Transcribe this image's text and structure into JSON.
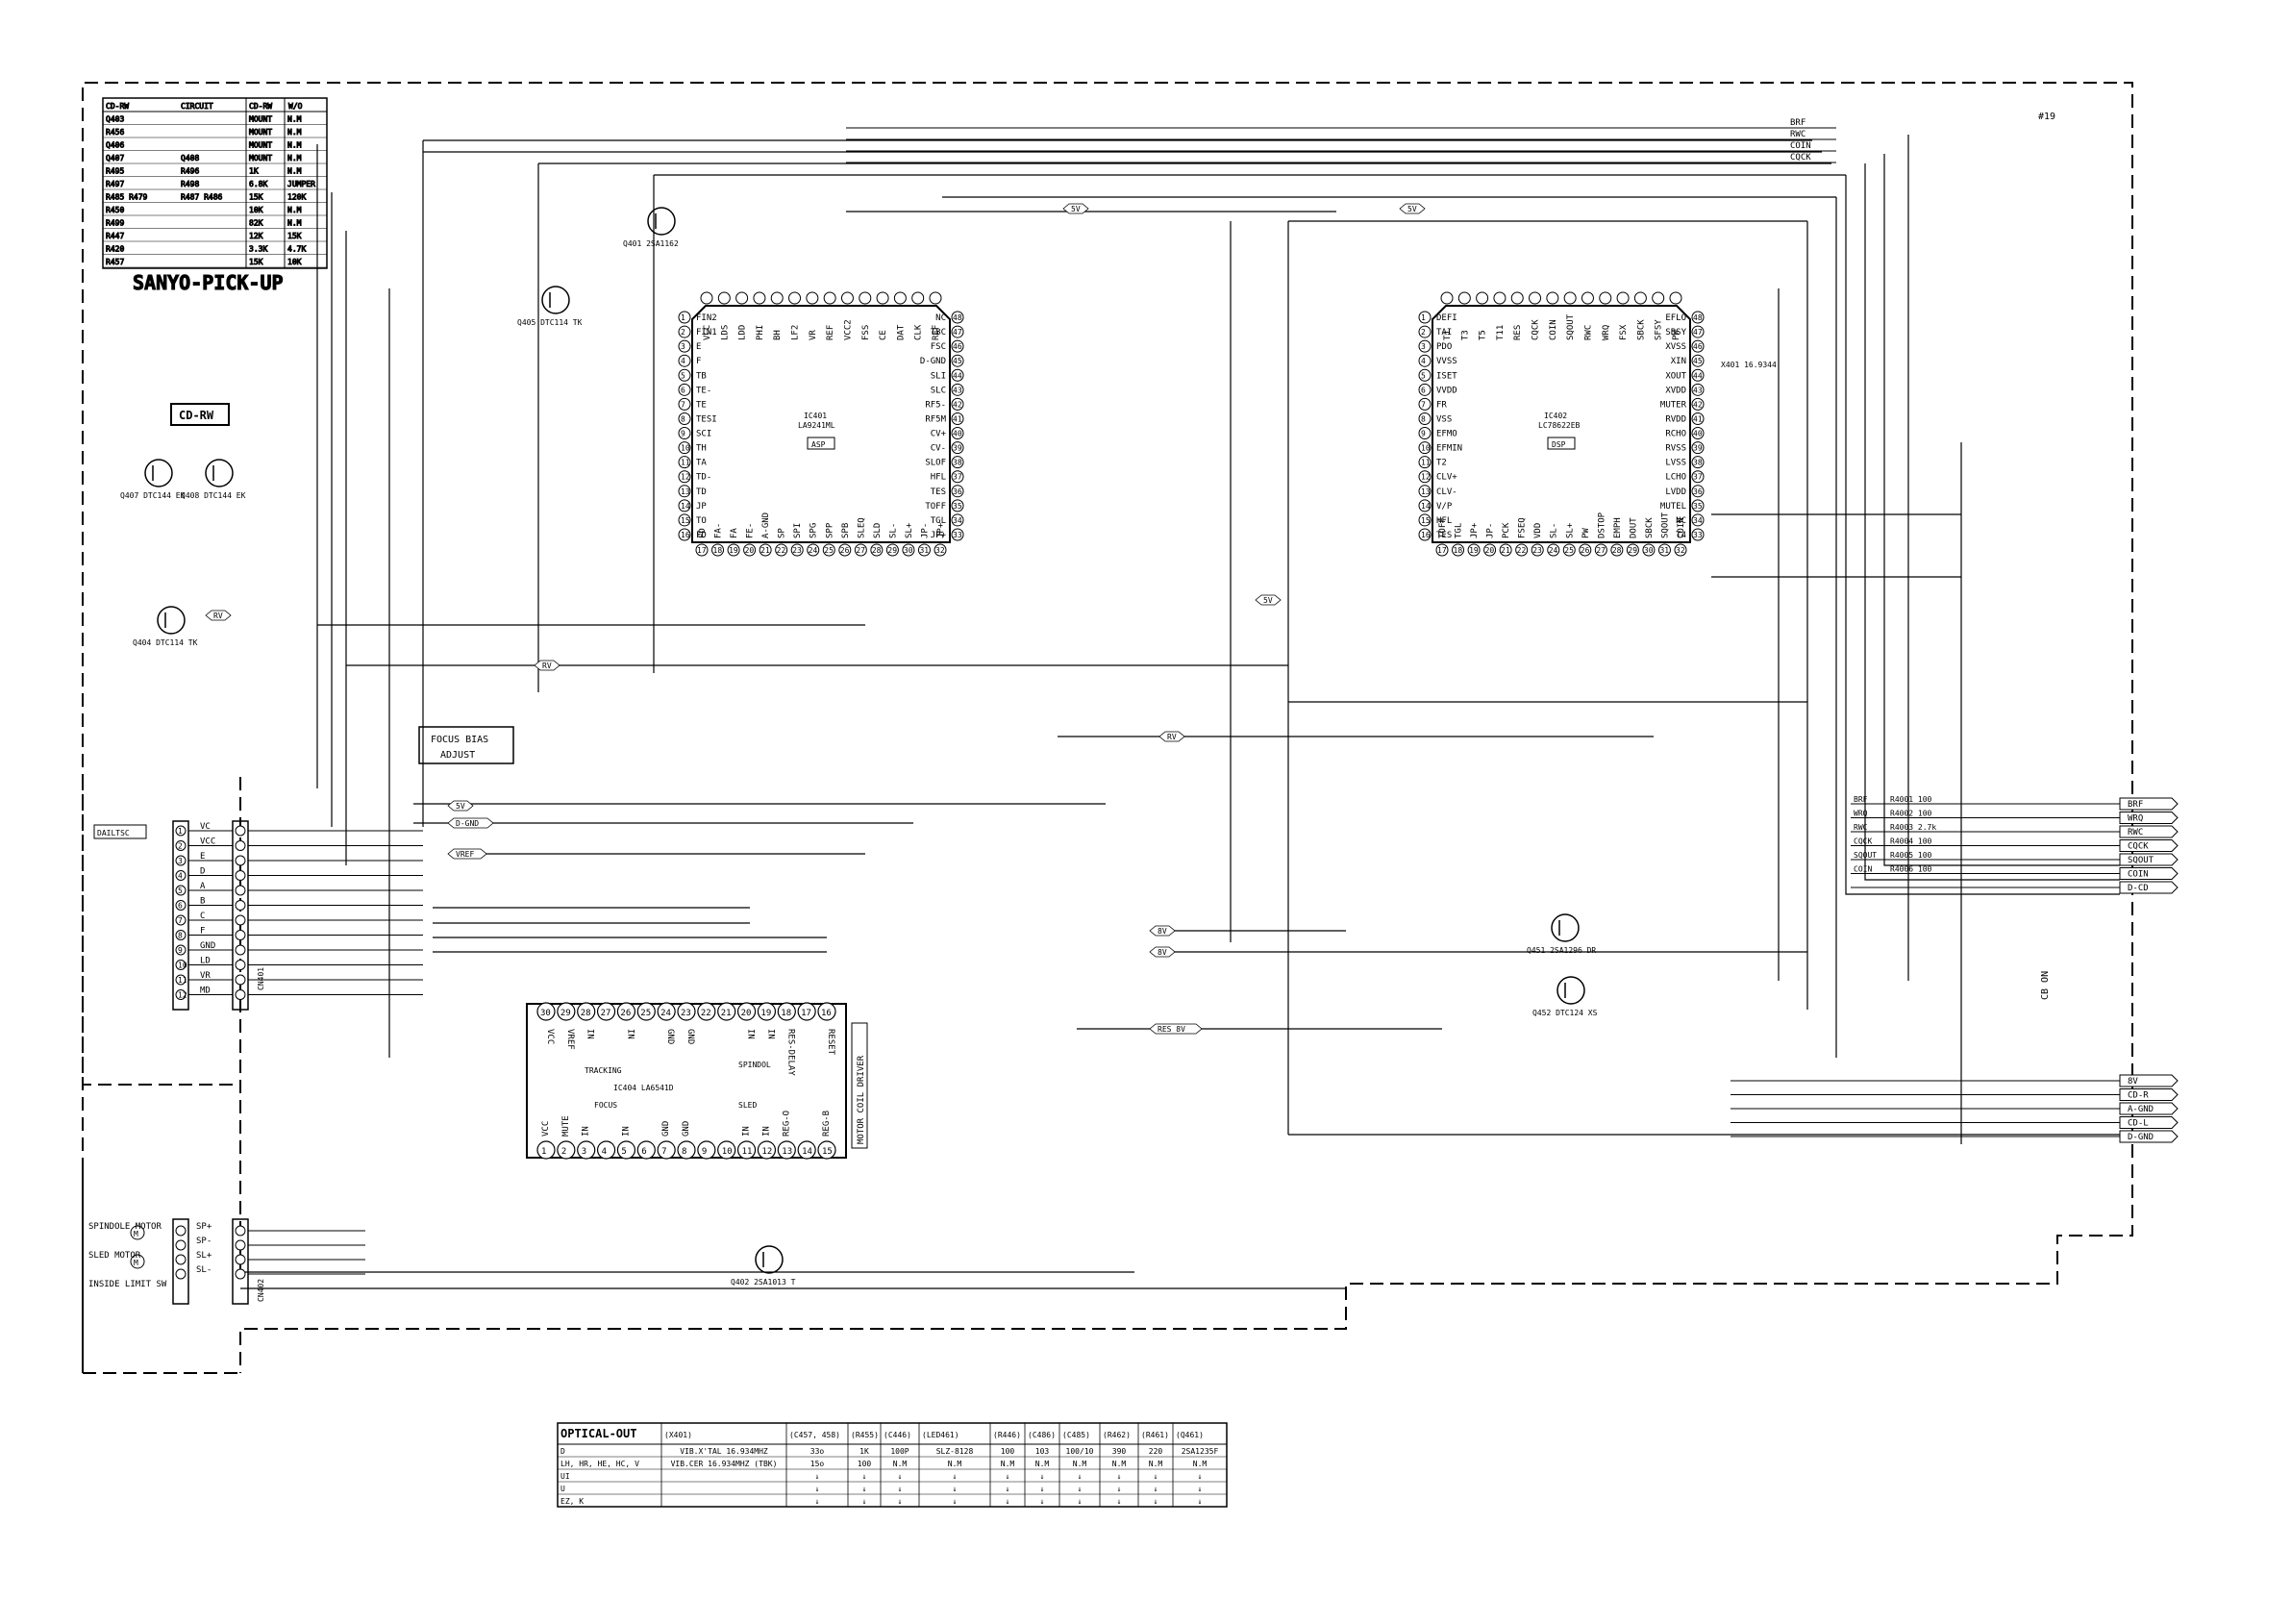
{
  "page_number": "#19",
  "pickup_table": {
    "title": "SANYO-PICK-UP",
    "headers": [
      "CD-RW",
      "CIRCUIT",
      "CD-RW",
      "W/O"
    ],
    "rows": [
      [
        "Q403",
        "",
        "MOUNT",
        "N.M"
      ],
      [
        "R456",
        "",
        "MOUNT",
        "N.M"
      ],
      [
        "Q406",
        "",
        "MOUNT",
        "N.M"
      ],
      [
        "Q407",
        "Q408",
        "MOUNT",
        "N.M"
      ],
      [
        "R495",
        "R496",
        "1K",
        "N.M"
      ],
      [
        "R497",
        "R498",
        "6.8K",
        "JUMPER"
      ],
      [
        "R485 R479",
        "R487 R486",
        "15K",
        "120K"
      ],
      [
        "R450",
        "",
        "10K",
        "N.M"
      ],
      [
        "R499",
        "",
        "82K",
        "N.M"
      ],
      [
        "R447",
        "",
        "12K",
        "15K"
      ],
      [
        "R420",
        "",
        "3.3K",
        "4.7K"
      ],
      [
        "R457",
        "",
        "15K",
        "10K"
      ]
    ]
  },
  "cd_rw_label": "CD-RW",
  "focus_bias": [
    "FOCUS BIAS",
    "ADJUST"
  ],
  "ic401": {
    "ref": "IC401",
    "part": "LA9241ML",
    "tag": "ASP",
    "left_pins": [
      "FIN2",
      "FIN1",
      "E",
      "F",
      "TB",
      "TE-",
      "TE",
      "TESI",
      "SCI",
      "TH",
      "TA",
      "TD-",
      "TD",
      "JP",
      "TO",
      "FD"
    ],
    "right_pins": [
      "NC",
      "TBC",
      "FSC",
      "D-GND",
      "SLI",
      "SLC",
      "RF5-",
      "RF5M",
      "CV+",
      "CV-",
      "SLOF",
      "HFL",
      "TES",
      "TOFF",
      "TGL",
      "JP+"
    ],
    "bottom_pins": [
      "FD",
      "FA-",
      "FA",
      "FE-",
      "A-GND",
      "SP",
      "SPI",
      "SPG",
      "SPP",
      "SPB",
      "SLEQ",
      "SLD",
      "SL-",
      "SL+",
      "JP-",
      "JP+"
    ],
    "top_pins": [
      "VCC",
      "LDS",
      "LDD",
      "PHI",
      "BH",
      "LF2",
      "VR",
      "REF",
      "VCC2",
      "FSS",
      "CE",
      "DAT",
      "CLK",
      "REF"
    ]
  },
  "ic402": {
    "ref": "IC402",
    "part": "LC78622EB",
    "tag": "DSP",
    "left_pins": [
      "DEFI",
      "TAI",
      "PDO",
      "VVSS",
      "ISET",
      "VVDD",
      "FR",
      "VSS",
      "EFMO",
      "EFMIN",
      "T2",
      "CLV+",
      "CLV-",
      "V/P",
      "HFL",
      "TES"
    ],
    "right_pins": [
      "EFLO",
      "SBSY",
      "XVSS",
      "XIN",
      "XOUT",
      "XVDD",
      "MUTER",
      "RVDD",
      "RCHO",
      "RVSS",
      "LVSS",
      "LCHO",
      "LVDD",
      "MUTEL",
      "NC",
      "T4"
    ],
    "bottom_pins": [
      "TOFF",
      "TGL",
      "JP+",
      "JP-",
      "PCK",
      "FSEQ",
      "VDD",
      "SL-",
      "SL+",
      "PW",
      "DSTOP",
      "EMPH",
      "DOUT",
      "SBCK",
      "SQOUT",
      "COIN"
    ],
    "top_pins": [
      "T1",
      "T3",
      "T5",
      "T11",
      "RES",
      "CQCK",
      "COIN",
      "SQOUT",
      "RWC",
      "WRQ",
      "FSX",
      "SBCK",
      "SFSY",
      "PW"
    ]
  },
  "ic404": {
    "ref": "IC404",
    "part": "LA6541D",
    "side_label": "MOTOR COIL DRIVER",
    "top_pins": [
      "30",
      "29",
      "28",
      "27",
      "26",
      "25",
      "24",
      "23",
      "22",
      "21",
      "20",
      "19",
      "18",
      "17",
      "16"
    ],
    "bottom_pins": [
      "1",
      "2",
      "3",
      "4",
      "5",
      "6",
      "7",
      "8",
      "9",
      "10",
      "11",
      "12",
      "13",
      "14",
      "15"
    ],
    "inner_top": [
      "VCC",
      "VREF",
      "IN",
      "IN",
      "GND",
      "GND",
      "IN",
      "IN",
      "RES-DELAY",
      "RESET"
    ],
    "inner_bottom": [
      "VCC",
      "MUTE",
      "IN",
      "IN",
      "GND",
      "GND",
      "IN",
      "IN",
      "REG-O",
      "REG-B"
    ],
    "groups": [
      "TRACKING",
      "SPINDOL",
      "FOCUS",
      "SLED"
    ]
  },
  "connector_top": {
    "ref": "CN401",
    "label": "DAILTSC",
    "pins": [
      "VC",
      "VCC",
      "E",
      "D",
      "A",
      "B",
      "C",
      "F",
      "GND",
      "LD",
      "VR",
      "MD"
    ]
  },
  "connector_bottom": {
    "ref": "CN402",
    "pins": [
      "SP+",
      "SP-",
      "SL+",
      "SL-"
    ],
    "devices": [
      "SPINDOLE MOTOR",
      "SLED MOTOR",
      "INSIDE LIMIT SW"
    ]
  },
  "right_signals_top": [
    "BRF",
    "RWC",
    "COIN",
    "CQCK"
  ],
  "right_outputs": [
    "BRF",
    "WRQ",
    "RWC",
    "CQCK",
    "SQOUT",
    "COIN",
    "D-CD"
  ],
  "right_resistors": [
    "R4001 100",
    "R4002 100",
    "R4003 2.7k",
    "R4004 100",
    "R4005 100",
    "R4006 100"
  ],
  "right_bottom_outputs": [
    "8V",
    "CD-R",
    "A-GND",
    "CD-L",
    "D-GND"
  ],
  "cb_on": "CB ON",
  "optical_table": {
    "headers": [
      "OPTICAL-OUT",
      "(X401)",
      "(C457, 458)",
      "(R455)",
      "(C446)",
      "(LED461)",
      "(R446)",
      "(C486)",
      "(C485)",
      "(R462)",
      "(R461)",
      "(Q461)"
    ],
    "rows": [
      [
        "D",
        "VIB.X'TAL 16.934MHZ",
        "33o",
        "1K",
        "100P",
        "SLZ-8128",
        "100",
        "103",
        "100/10",
        "390",
        "220",
        "2SA1235F"
      ],
      [
        "LH, HR, HE, HC, V",
        "VIB.CER 16.934MHZ (TBK)",
        "15o",
        "100",
        "N.M",
        "N.M",
        "N.M",
        "N.M",
        "N.M",
        "N.M",
        "N.M",
        "N.M"
      ],
      [
        "UI",
        "",
        "",
        "",
        "",
        "",
        "",
        "",
        "",
        "",
        "",
        ""
      ],
      [
        "U",
        "",
        "",
        "",
        "",
        "",
        "",
        "",
        "",
        "",
        "",
        ""
      ],
      [
        "EZ, K",
        "",
        "",
        "",
        "",
        "",
        "",
        "",
        "",
        "",
        "",
        ""
      ]
    ]
  },
  "misc_labels": [
    "5V",
    "5V",
    "8V",
    "5V",
    "8V",
    "RES 8V",
    "RV",
    "RV",
    "RV",
    "VREF",
    "D-GND",
    "5V"
  ],
  "transistors": [
    "Q404 DTC114 TK",
    "Q407 DTC144 EK",
    "Q408 DTC144 EK",
    "Q405 DTC114 TK",
    "Q401 2SA1162",
    "Q451 2SA1296 DR",
    "Q452 DTC124 XS",
    "Q402 2SA1013 T"
  ],
  "crystal": "X401 16.9344"
}
